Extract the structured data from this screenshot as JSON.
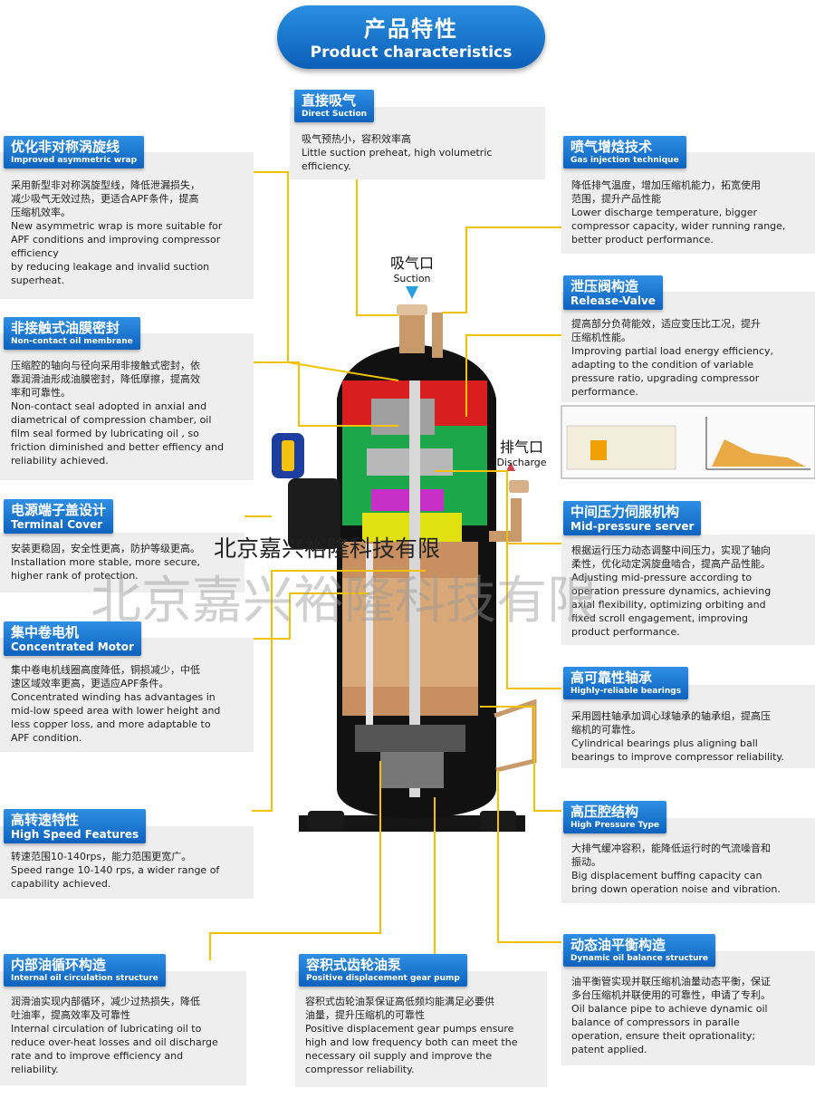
{
  "title": {
    "zh": "产品特性",
    "en": "Product characteristics"
  },
  "features": {
    "direct_suction": {
      "zh": "直接吸气",
      "en": "Direct Suction",
      "lines": [
        "吸气预热小，容积效率高",
        "Little suction preheat, high volumetric",
        "efficiency."
      ]
    },
    "asym_wrap": {
      "zh": "优化非对称涡旋线",
      "en": "Improved asymmetric wrap",
      "lines": [
        "采用新型非对称涡旋型线，降低泄漏损失，",
        "减少吸气无效过热，更适合APF条件，提高",
        "压缩机效率。",
        "New asymmetric wrap is more suitable for",
        "APF conditions and improving compressor",
        "efficiency",
        "by reducing leakage and invalid suction",
        "superheat."
      ]
    },
    "gas_injection": {
      "zh": "喷气增焓技术",
      "en": "Gas injection technique",
      "lines": [
        "降低排气温度，增加压缩机能力，拓宽使用",
        "范围，提升产品性能",
        "Lower discharge temperature, bigger",
        "compressor capacity, wider running range,",
        "better product performance."
      ]
    },
    "oil_membrane": {
      "zh": "非接触式油膜密封",
      "en": "Non-contact oil membrane",
      "lines": [
        "压缩腔的轴向与径向采用非接触式密封，依",
        "靠润滑油形成油膜密封，降低摩擦，提高效",
        "率和可靠性。",
        "Non-contact seal adopted in anxial and",
        "diametrical of compression chamber, oil",
        "film seal formed by lubricating oil , so",
        "friction diminished and better effiency and",
        "reliability achieved."
      ]
    },
    "release_valve": {
      "zh": "泄压阀构造",
      "en": "Release-Valve",
      "lines": [
        "提高部分负荷能效，适应变压比工况，提升",
        "压缩机性能。",
        "Improving partial load energy efficiency,",
        "adapting to the condition of variable",
        "pressure ratio, upgrading compressor",
        "performance."
      ]
    },
    "terminal_cover": {
      "zh": "电源端子盖设计",
      "en": "Terminal Cover",
      "lines": [
        "安装更稳固，安全性更高，防护等级更高。",
        "Installation more stable, more secure,",
        "higher rank of protection."
      ]
    },
    "mid_pressure": {
      "zh": "中间压力伺服机构",
      "en": "Mid-pressure server",
      "lines": [
        "根据运行压力动态调整中间压力，实现了轴向",
        "柔性，优化动定涡旋盘啮合，提高产品性能。",
        "Adjusting mid-pressure according to",
        "operation pressure dynamics, achieving",
        "axial flexibility, optimizing orbiting and",
        "fixed scroll engagement, improving",
        "product performance."
      ]
    },
    "motor": {
      "zh": "集中卷电机",
      "en": "Concentrated Motor",
      "lines": [
        "集中卷电机线圈高度降低，铜损减少，中低",
        "速区域效率更高，更适应APF条件。",
        "Concentrated winding has advantages in",
        "mid-low speed area with lower height and",
        "less copper loss, and more adaptable to",
        "APF condition."
      ]
    },
    "bearings": {
      "zh": "高可靠性轴承",
      "en": "Highly-reliable bearings",
      "lines": [
        "采用圆柱轴承加调心球轴承的轴承组，提高压",
        "缩机的可靠性。",
        "Cylindrical bearings plus aligning ball",
        "bearings to improve compressor reliability."
      ]
    },
    "high_speed": {
      "zh": "高转速特性",
      "en": "High Speed Features",
      "lines": [
        "转速范围10-140rps，能力范围更宽广。",
        "Speed range 10-140 rps, a wider range of",
        "capability achieved."
      ]
    },
    "high_pressure": {
      "zh": "高压腔结构",
      "en": "High Pressure Type",
      "lines": [
        "大排气缓冲容积，能降低运行时的气流噪音和",
        "振动。",
        "Big displacement buffing capacity can",
        "bring down operation noise and vibration."
      ]
    },
    "oil_balance": {
      "zh": "动态油平衡构造",
      "en": "Dynamic oil balance structure",
      "lines": [
        "油平衡管实现并联压缩机油量动态平衡，保证",
        "多台压缩机并联使用的可靠性，申请了专利。",
        "Oil balance pipe to achieve dynamic oil",
        "balance of compressors in paralle",
        "operation, ensure theit oprationality;",
        "patent applied."
      ]
    },
    "oil_circulation": {
      "zh": "内部油循环构造",
      "en": "Internal oil circulation structure",
      "lines": [
        "润滑油实现内部循环，减少过热损失，降低",
        "吐油率，提高效率及可靠性",
        "Internal circulation of lubricating oil to",
        "reduce over-heat losses and oil discharge",
        "rate and to improve efficiency and",
        "reliability."
      ]
    },
    "gear_pump": {
      "zh": "容积式齿轮油泵",
      "en": "Positive displacement gear pump",
      "lines": [
        "容积式齿轮油泵保证高低频均能满足必要供",
        "油量，提升压缩机的可靠性",
        "Positive displacement gear pumps ensure",
        "high and low frequency both can meet the",
        "necessary oil supply and improve the",
        "compressor reliability."
      ]
    }
  },
  "labels": {
    "suction": {
      "zh": "吸气口",
      "en": "Suction"
    },
    "discharge": {
      "zh": "排气口",
      "en": "Discharge"
    }
  },
  "watermark": {
    "line1": "北京嘉兴裕隆科技有限",
    "line2": "北京嘉兴裕隆科技有限"
  },
  "colors": {
    "header_blue": "#0d62bd",
    "leader_yellow": "#f2c200",
    "panel_grey": "#eeeeee"
  }
}
